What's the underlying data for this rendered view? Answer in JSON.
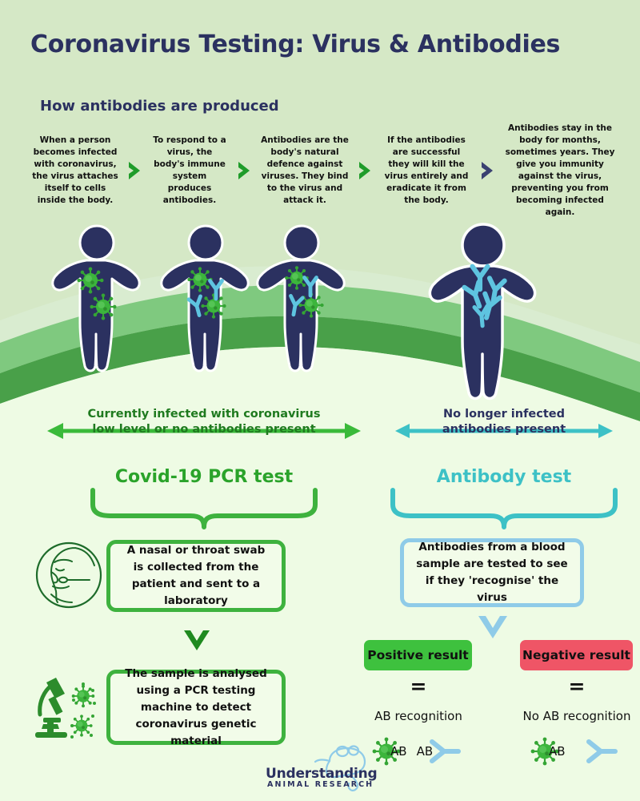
{
  "title": "Coronavirus Testing: Virus & Antibodies",
  "section_heading": "How antibodies are produced",
  "colors": {
    "bg_top": "#d5e8c6",
    "bg_bottom": "#eefbe4",
    "wave_light": "#7fc97f",
    "wave_dark": "#49a049",
    "navy": "#2b3160",
    "green": "#2aa32a",
    "green_bright": "#3eb23e",
    "teal": "#3dc1c6",
    "light_blue": "#8fcbe8",
    "red": "#ef5566",
    "virus_green": "#34a534"
  },
  "steps": [
    {
      "text": "When a person becomes infected with coronavirus, the virus attaches itself to cells inside the body."
    },
    {
      "text": "To respond to a virus, the body's immune system produces antibodies."
    },
    {
      "text": "Antibodies are the body's natural defence against viruses. They bind to the virus and attack it."
    },
    {
      "text": "If the antibodies are successful they will kill the virus entirely and eradicate it from the body."
    },
    {
      "text": "Antibodies stay in the body for months, sometimes years. They give you immunity against the virus, preventing you from becoming infected again."
    }
  ],
  "step_arrows": [
    {
      "name": "step-arrow-1",
      "color": "#1f9c2a"
    },
    {
      "name": "step-arrow-2",
      "color": "#1f9c2a"
    },
    {
      "name": "step-arrow-3",
      "color": "#1f9c2a"
    },
    {
      "name": "step-arrow-4",
      "color": "#3a4171"
    }
  ],
  "people": [
    {
      "name": "person-infected-1",
      "viruses": 2,
      "antibodies": 0
    },
    {
      "name": "person-infected-2",
      "viruses": 2,
      "antibodies": 2
    },
    {
      "name": "person-infected-3",
      "viruses": 2,
      "antibodies": 2
    },
    {
      "name": "person-recovered",
      "viruses": 0,
      "antibodies": 5
    }
  ],
  "range_left": {
    "line1": "Currently infected with coronavirus",
    "line2": "low level or no antibodies present"
  },
  "range_right": {
    "line1": "No longer infected",
    "line2": "antibodies present"
  },
  "pcr": {
    "title": "Covid-19 PCR test",
    "step1": "A nasal or throat swab is collected from the patient and sent to a laboratory",
    "step2": "The sample is analysed using a PCR testing machine to detect coronavirus genetic material"
  },
  "antibody": {
    "title": "Antibody test",
    "description": "Antibodies from a blood sample are tested to see if they 'recognise' the virus",
    "positive": {
      "badge": "Positive result",
      "equals": "=",
      "result": "AB recognition",
      "virus_label": "AB",
      "antibody_label": "AB"
    },
    "negative": {
      "badge": "Negative result",
      "equals": "=",
      "result": "No AB recognition",
      "virus_label": "AB",
      "antibody_label": ""
    }
  },
  "logo": {
    "line1": "Understanding",
    "line2": "ANIMAL RESEARCH"
  }
}
